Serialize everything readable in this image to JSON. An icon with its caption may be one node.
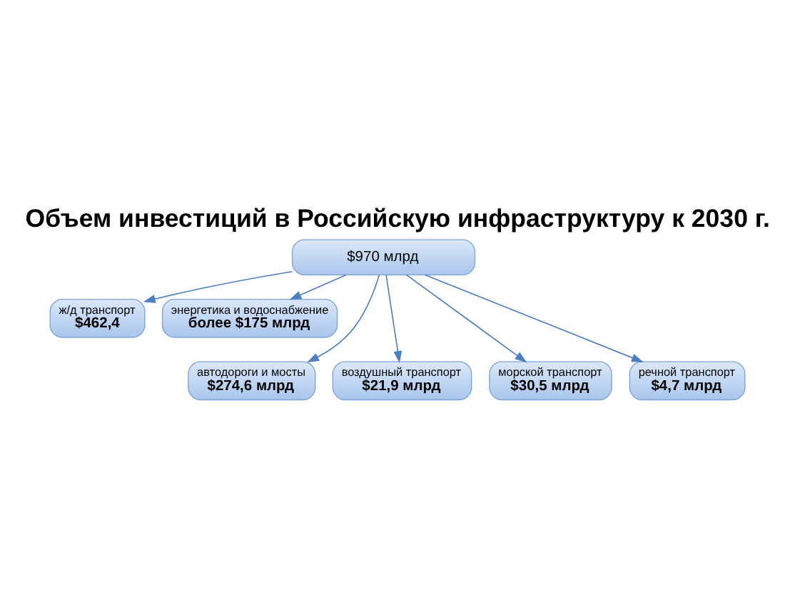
{
  "diagram": {
    "title": "Объем инвестиций в Российскую инфраструктуру к 2030 г.",
    "nodes": [
      {
        "text": [
          "$970 млрд"
        ]
      },
      {
        "text": [
          "ж/д транспорт",
          "$462,4"
        ]
      },
      {
        "text": [
          "энергетика и водоснабжение",
          "более $175 млрд"
        ]
      },
      {
        "text": [
          "автодороги и мосты",
          "$274,6 млрд"
        ]
      },
      {
        "text": [
          "воздушный транспорт",
          "$21,9 млрд"
        ]
      },
      {
        "text": [
          "морской транспорт",
          "$30,5 млрд"
        ]
      },
      {
        "text": [
          "речной транспорт",
          "$4,7 млрд"
        ]
      }
    ],
    "edges": [
      {
        "from": 0,
        "to": 1,
        "arrow": "to"
      },
      {
        "from": 0,
        "to": 2,
        "arrow": "to"
      },
      {
        "from": 0,
        "to": 3,
        "arrow": "to"
      },
      {
        "from": 0,
        "to": 4,
        "arrow": "to"
      },
      {
        "from": 0,
        "to": 5,
        "arrow": "to"
      },
      {
        "from": 0,
        "to": 6,
        "arrow": "to"
      }
    ]
  }
}
